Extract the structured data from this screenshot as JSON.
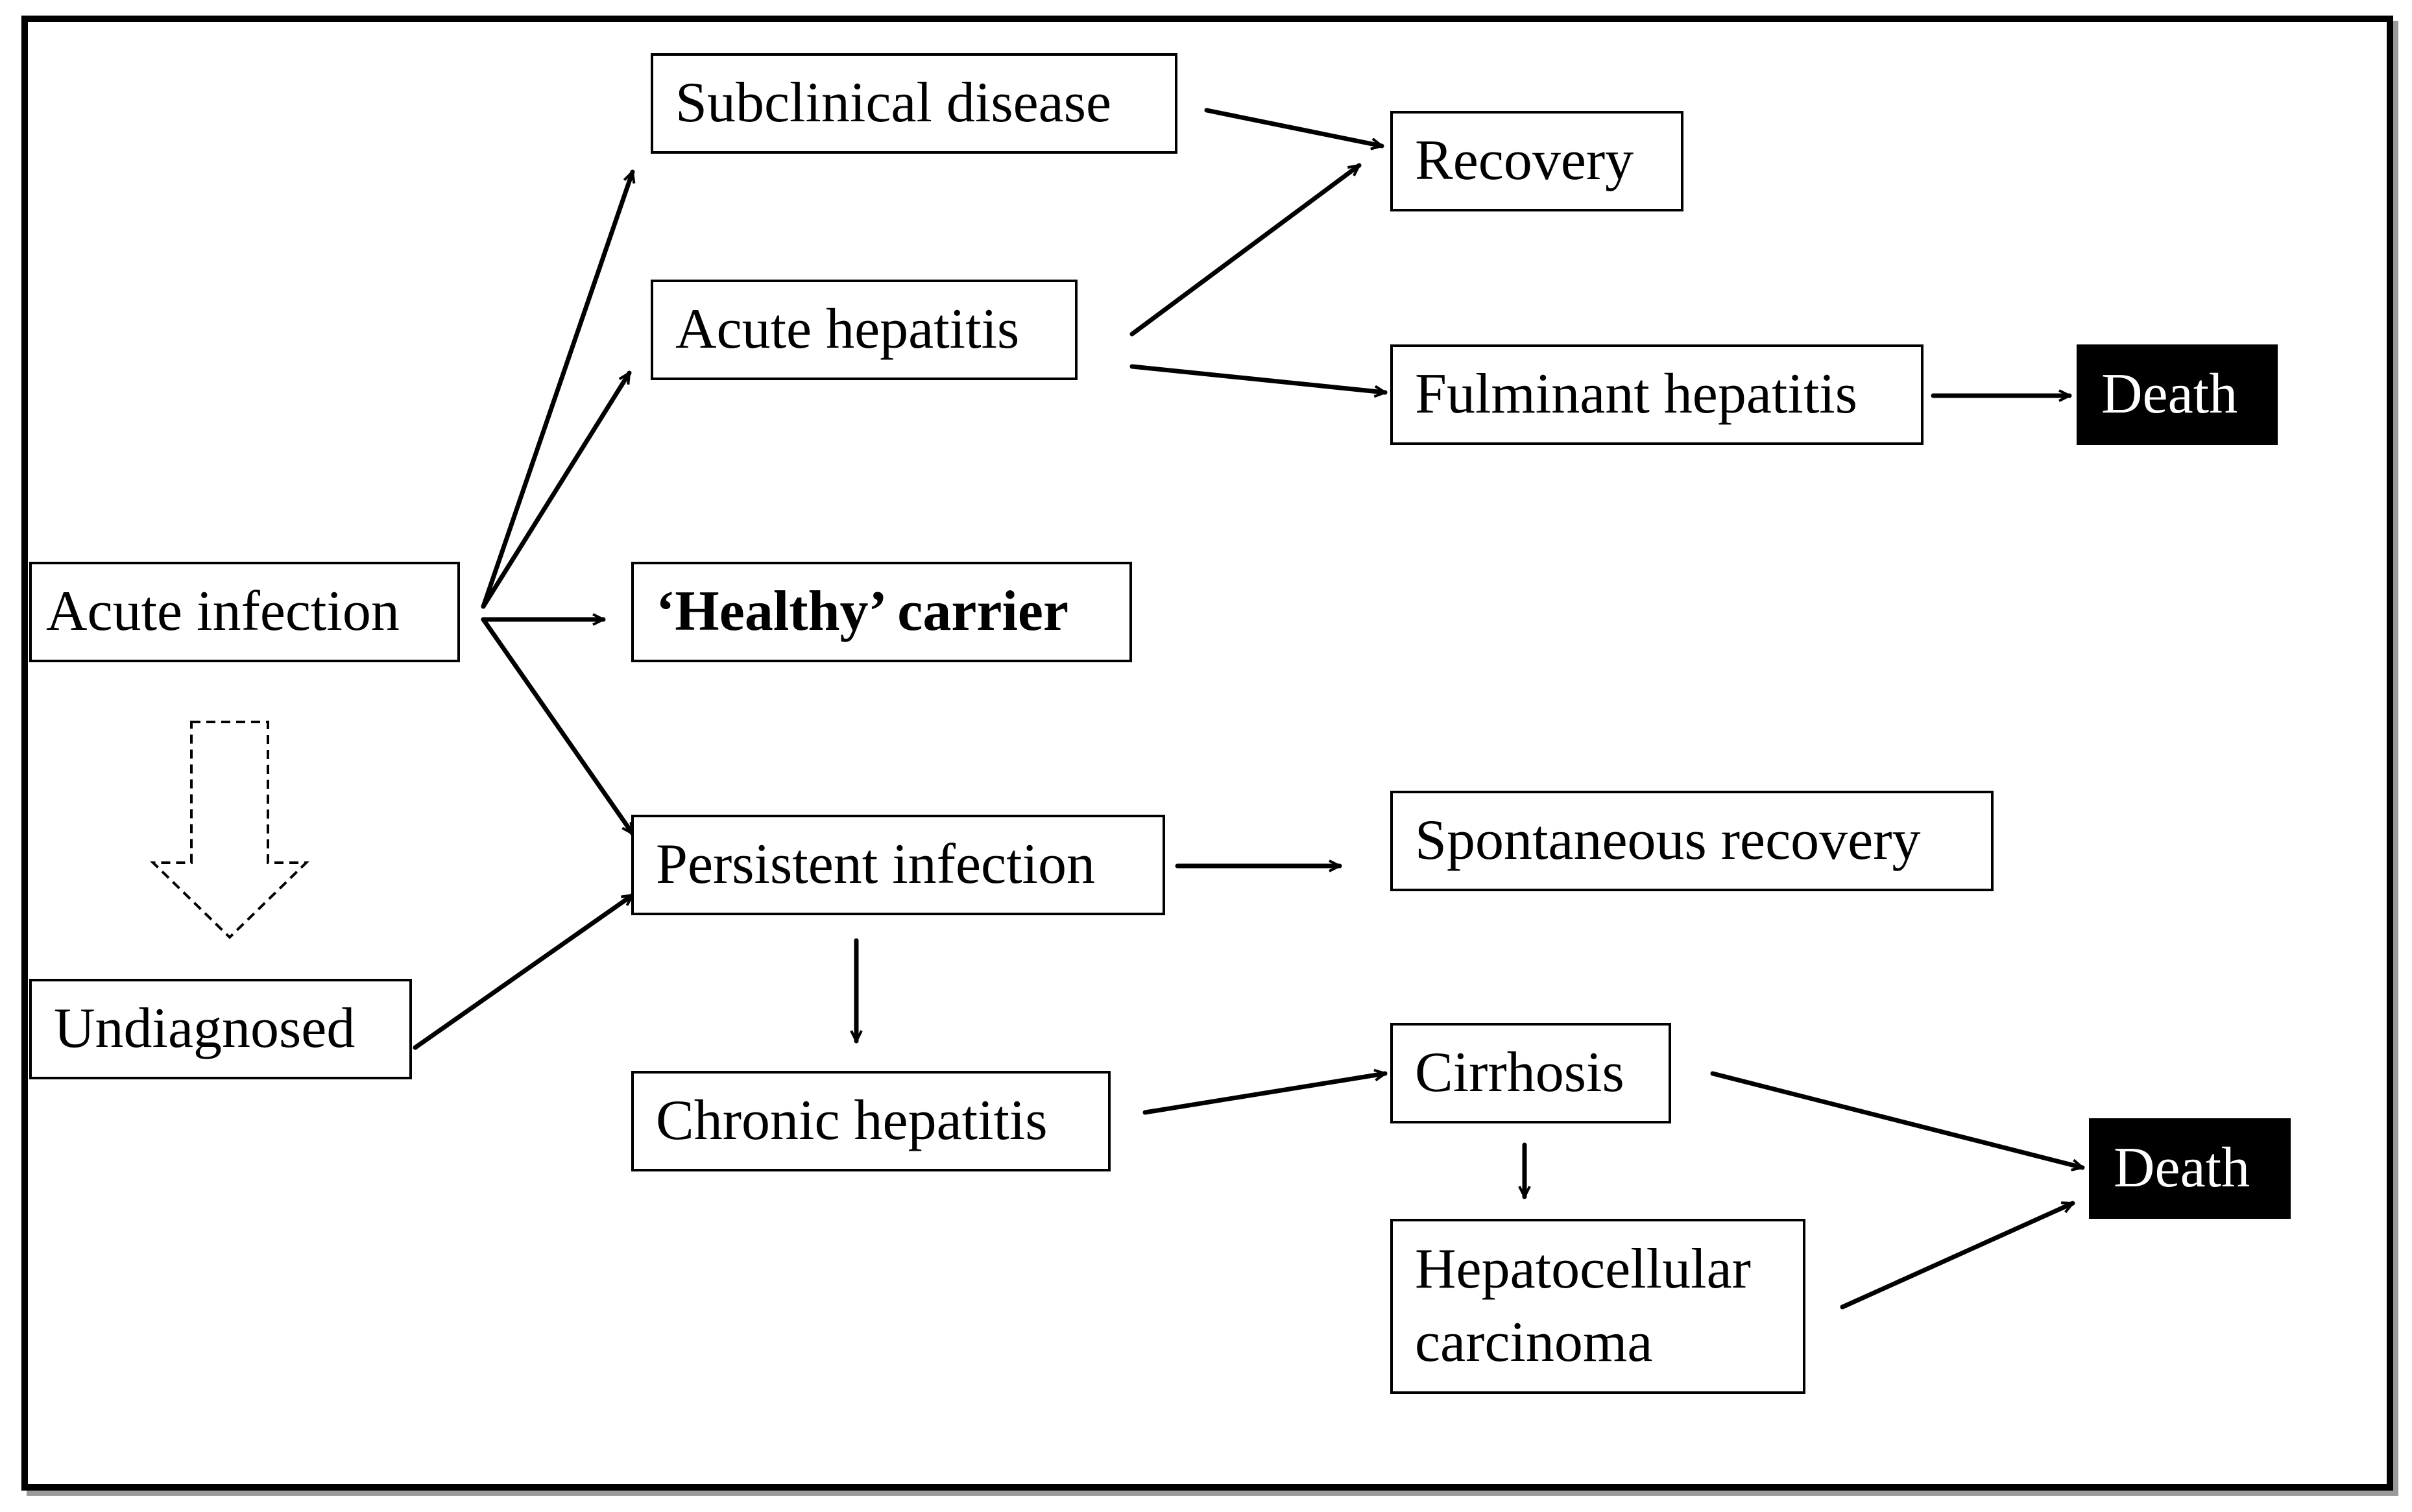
{
  "nodes": {
    "acute_infection": "Acute infection",
    "undiagnosed": "Undiagnosed",
    "subclinical_disease": "Subclinical disease",
    "acute_hepatitis": "Acute hepatitis",
    "healthy_carrier": "‘Healthy’ carrier",
    "persistent_infection": "Persistent infection",
    "chronic_hepatitis": "Chronic hepatitis",
    "recovery": "Recovery",
    "fulminant_hepatitis": "Fulminant hepatitis",
    "death_top": "Death",
    "spontaneous_recovery": "Spontaneous recovery",
    "cirrhosis": "Cirrhosis",
    "hepatocellular_carcinoma": "Hepatocellular\ncarcinoma",
    "death_bottom": "Death"
  },
  "colors": {
    "line": "#000000",
    "dark_fill": "#000000",
    "dark_text": "#ffffff",
    "background": "#ffffff"
  }
}
